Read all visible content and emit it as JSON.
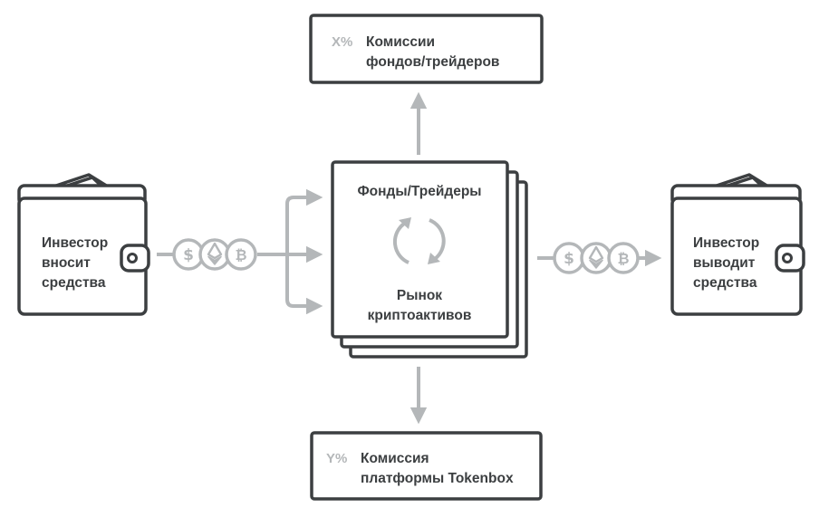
{
  "investor_in": {
    "label": [
      "Инвестор",
      "вносит",
      "средства"
    ]
  },
  "investor_out": {
    "label": [
      "Инвестор",
      "выводит",
      "средства"
    ]
  },
  "funds_box": {
    "title": "Фонды/Трейдеры",
    "market": [
      "Рынок",
      "криптоактивов"
    ]
  },
  "fee_top": {
    "percent": "X%",
    "label": [
      "Комиссии",
      "фондов/трейдеров"
    ]
  },
  "fee_bottom": {
    "percent": "Y%",
    "label": [
      "Комиссия",
      "платформы Tokenbox"
    ]
  },
  "coins": {
    "dollar": "$",
    "bitcoin": "₿",
    "ether_icon": "ethereum-icon"
  },
  "colors": {
    "stroke": "#3c3f41",
    "arrow": "#b4b7b9",
    "background": "#ffffff"
  }
}
